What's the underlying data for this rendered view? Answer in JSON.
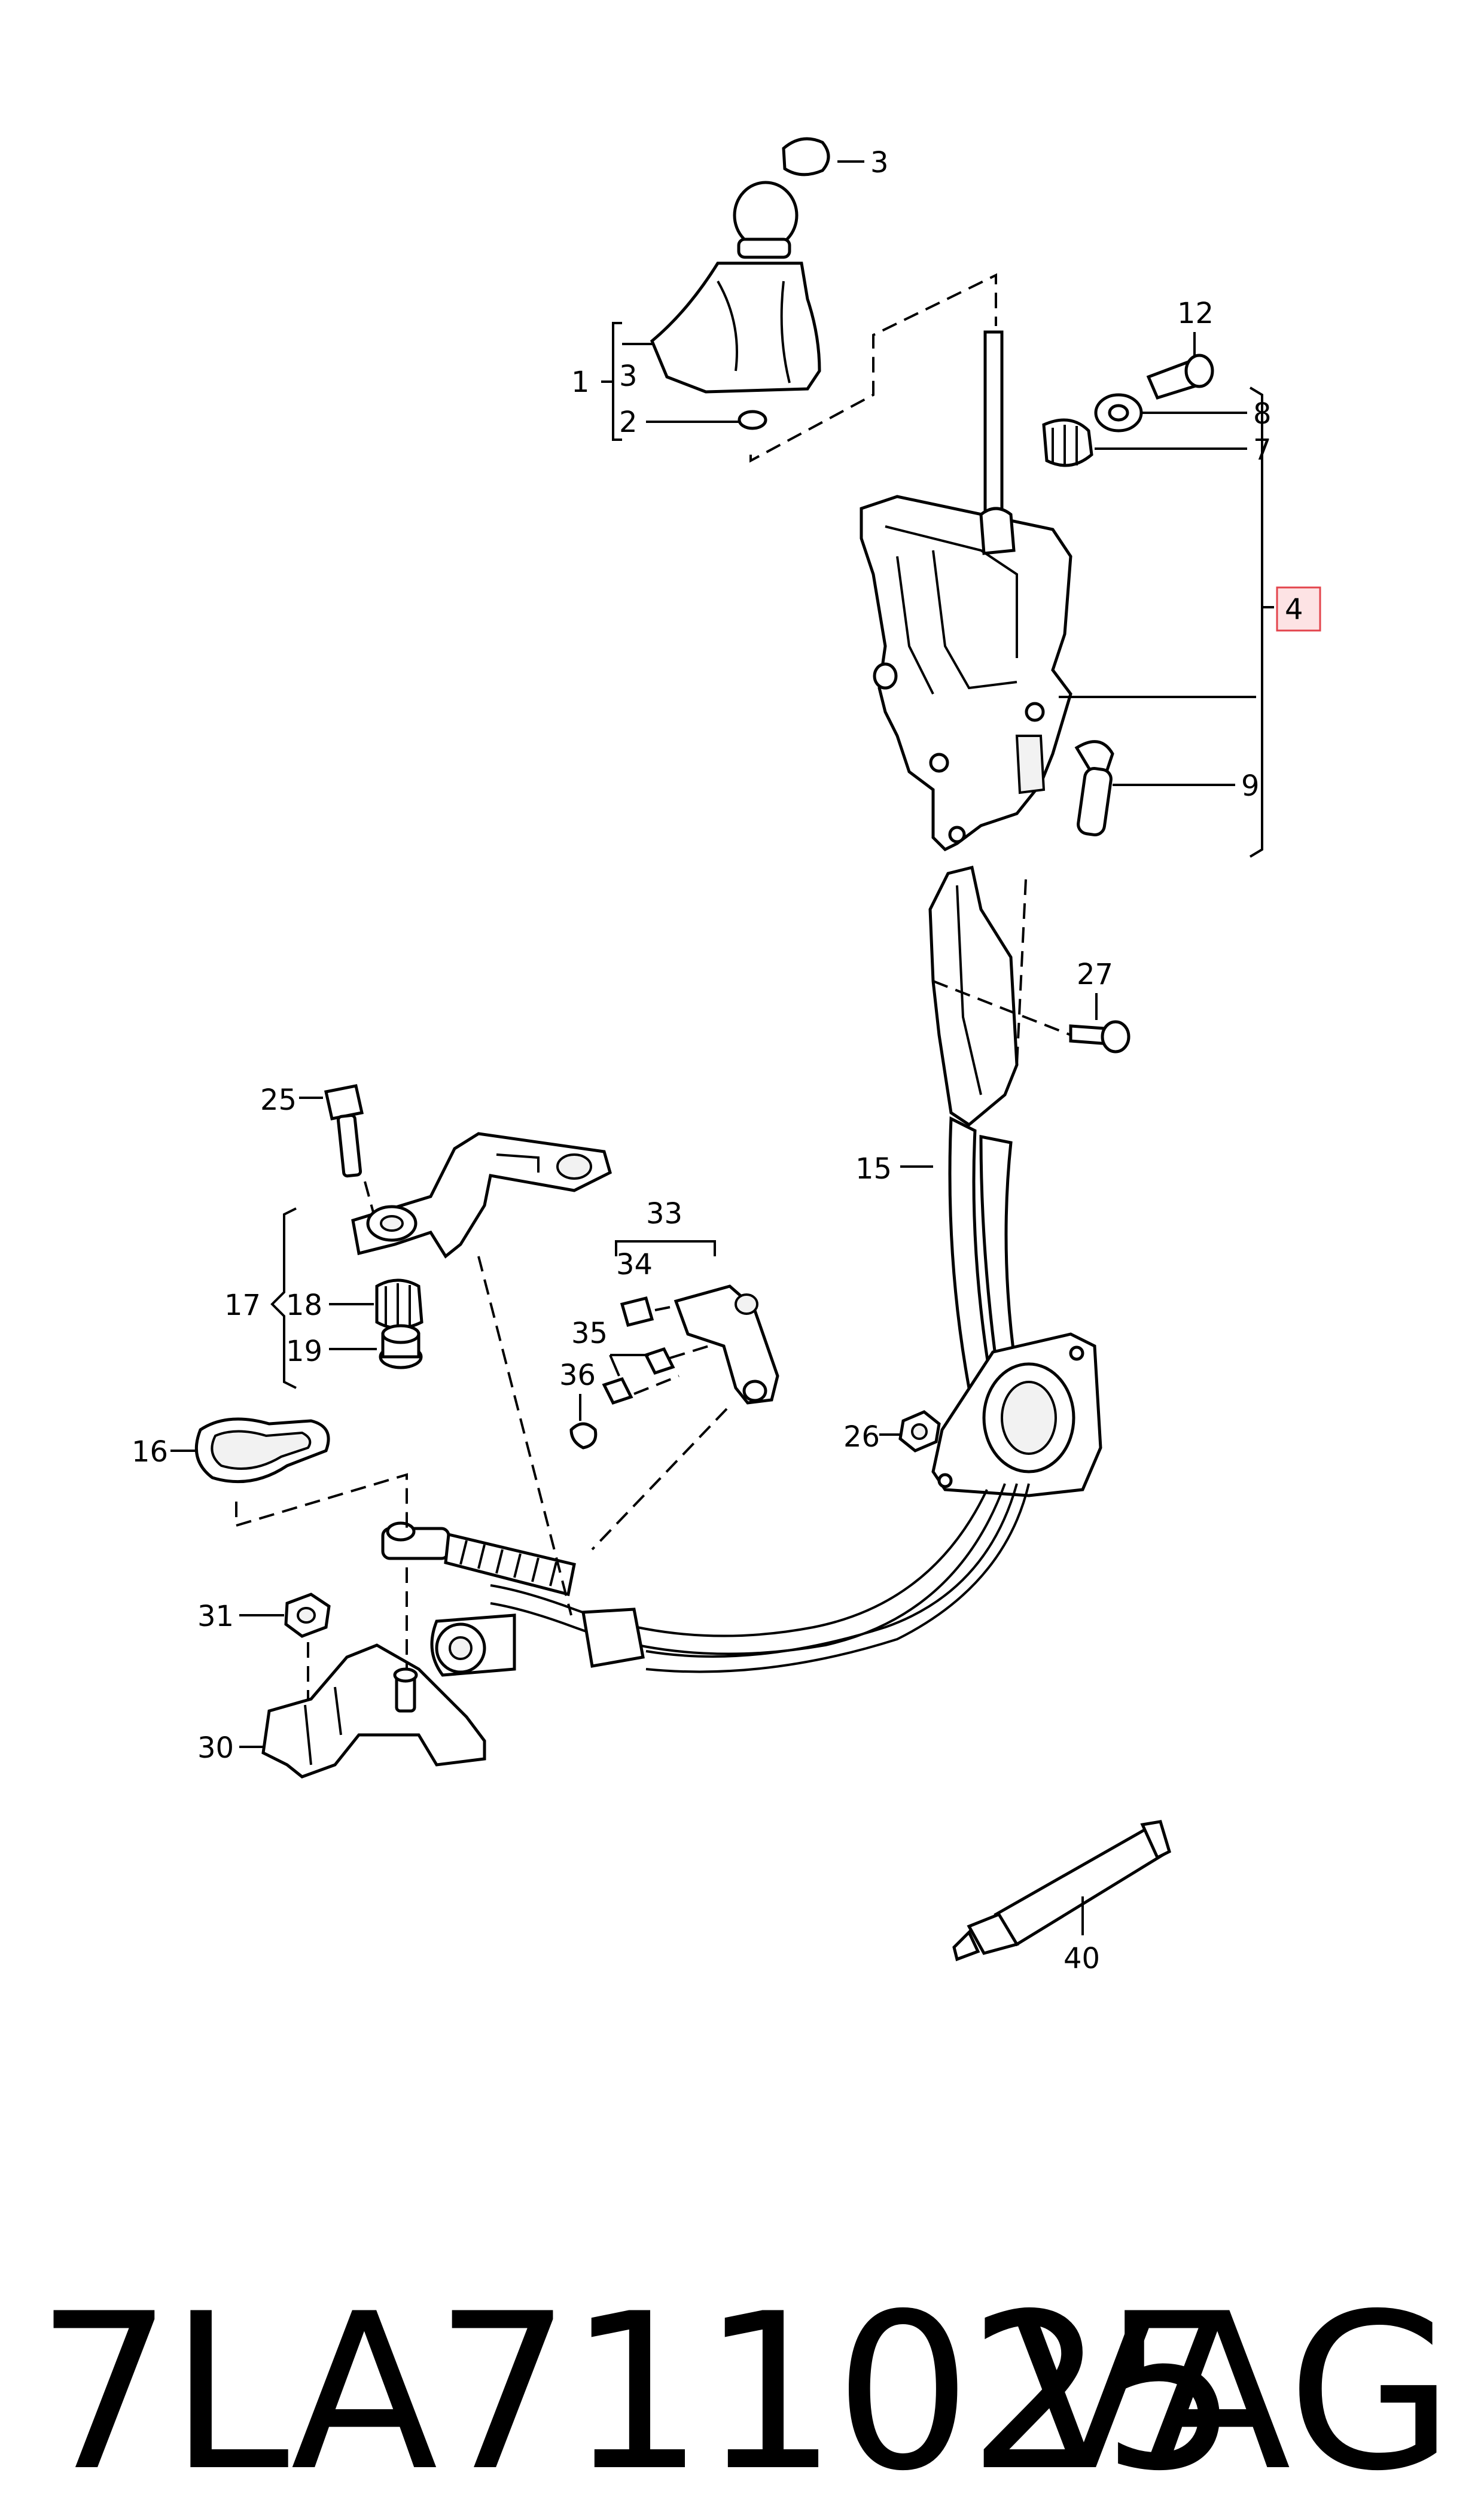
{
  "callouts": {
    "c1": "1",
    "c2": "2",
    "c3a": "3",
    "c3b": "3",
    "c4": "4",
    "c7": "7",
    "c8": "8",
    "c9": "9",
    "c12": "12",
    "c15": "15",
    "c16": "16",
    "c17": "17",
    "c18": "18",
    "c19": "19",
    "c25": "25",
    "c26": "26",
    "c27": "27",
    "c30": "30",
    "c31": "31",
    "c33": "33",
    "c34": "34",
    "c35": "35",
    "c36": "36",
    "c40": "40"
  },
  "footer": {
    "part_number": "7LA711025",
    "brand": "VAG"
  },
  "colors": {
    "highlight_fill": "#fde3e4",
    "highlight_stroke": "#e3444c",
    "line": "#000000"
  }
}
